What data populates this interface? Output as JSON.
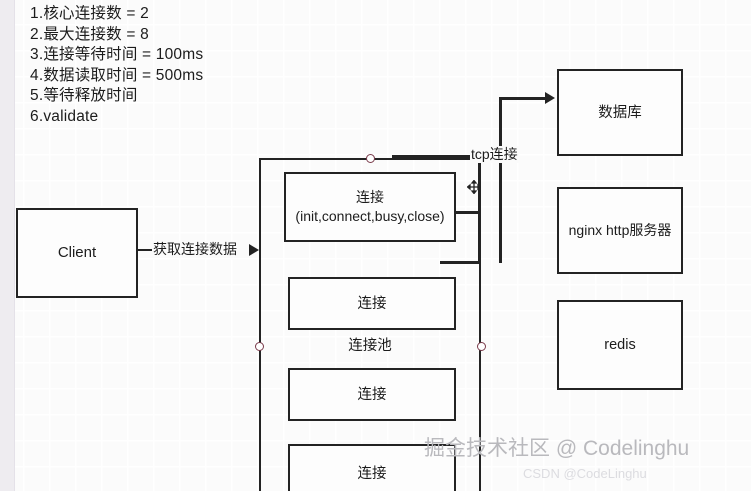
{
  "notes": {
    "lines": [
      "1.核心连接数 = 2",
      "2.最大连接数 = 8",
      "3.连接等待时间 = 100ms",
      "4.数据读取时间 = 500ms",
      "5.等待释放时间",
      "6.validate"
    ]
  },
  "nodes": {
    "client": "Client",
    "pool_label": "连接池",
    "connections": [
      "连接\n(init,connect,busy,close)",
      "连接",
      "连接",
      "连接"
    ],
    "conn0_line1": "连接",
    "conn0_line2": "(init,connect,busy,close)",
    "database": "数据库",
    "nginx": "nginx http服务器",
    "redis": "redis"
  },
  "edges": {
    "client_to_pool": "获取连接数据",
    "pool_to_db": "tcp连接"
  },
  "icons": {
    "move_cursor": "move-cursor-icon",
    "handle": "connection-handle-icon",
    "arrow": "arrow-head-icon"
  },
  "watermark": {
    "main": "掘金技术社区 @ Codelinghu",
    "sub": "CSDN @CodeLinghu"
  },
  "colors": {
    "stroke": "#232323",
    "canvas": "#fbfbfb",
    "grid_minor": "#ffffff",
    "grid_major": "#f2f2f4",
    "handle": "#7a3b4b",
    "watermark": "#b9b9bd"
  }
}
